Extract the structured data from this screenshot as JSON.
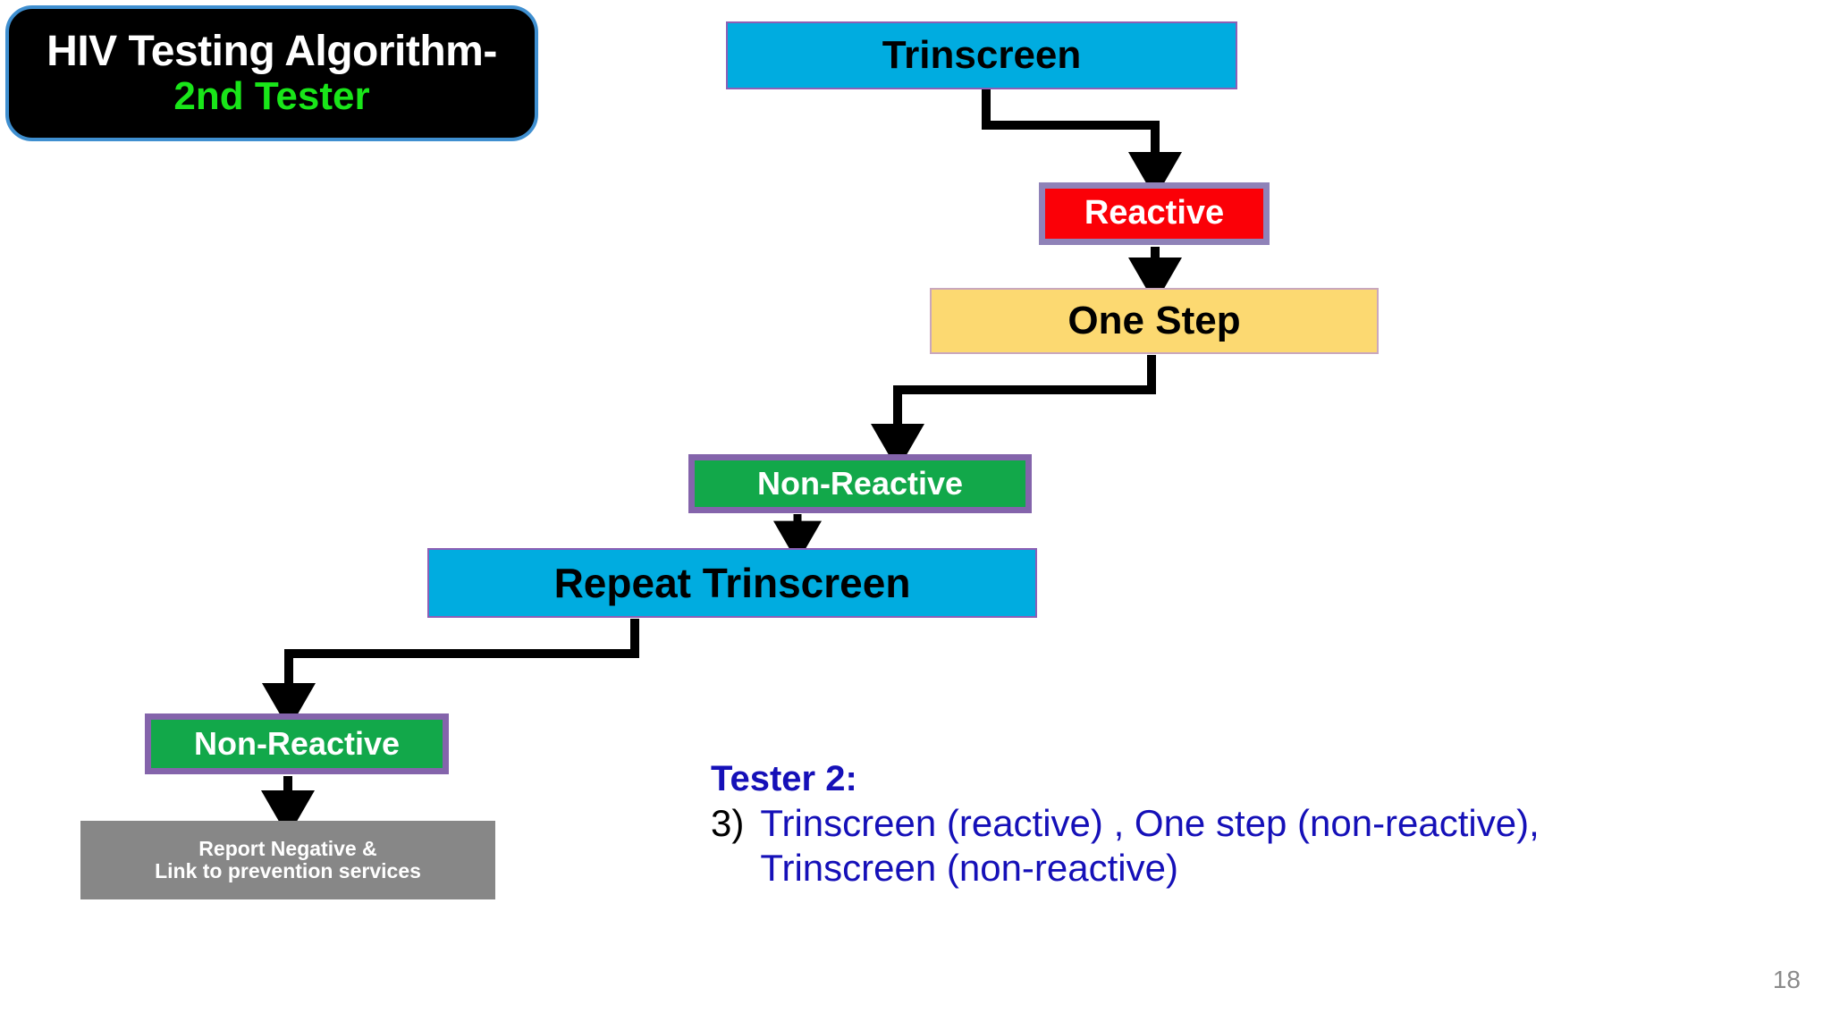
{
  "title": {
    "line1": "HIV Testing Algorithm-",
    "line2": "2nd Tester"
  },
  "flow": {
    "nodes": [
      {
        "id": "trinscreen",
        "label": "Trinscreen",
        "color": "#00ace0"
      },
      {
        "id": "reactive",
        "label": "Reactive",
        "color": "#fb0007"
      },
      {
        "id": "one-step",
        "label": "One Step",
        "color": "#fcd971"
      },
      {
        "id": "non-reactive-1",
        "label": "Non-Reactive",
        "color": "#12a84a"
      },
      {
        "id": "repeat",
        "label": "Repeat Trinscreen",
        "color": "#00ace0"
      },
      {
        "id": "non-reactive-2",
        "label": "Non-Reactive",
        "color": "#12a84a"
      },
      {
        "id": "report",
        "label_line1": "Report Negative &",
        "label_line2": "Link to prevention services",
        "color": "#878787"
      }
    ]
  },
  "notes": {
    "heading": "Tester 2:",
    "marker": "3)",
    "line1": "Trinscreen (reactive) , One step (non-reactive),",
    "line2": "Trinscreen (non-reactive)"
  },
  "footer": {
    "page_number": "18"
  }
}
